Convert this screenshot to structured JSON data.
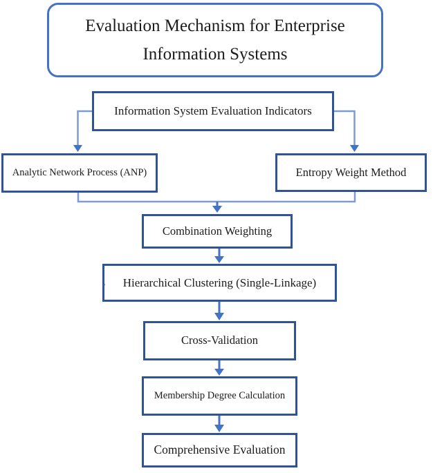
{
  "diagram": {
    "title": "Evaluation Mechanism for Enterprise Information Systems",
    "nodes": {
      "indicators": {
        "label": "Information System Evaluation Indicators"
      },
      "anp": {
        "label": "Analytic Network Process (ANP)"
      },
      "entropy": {
        "label": "Entropy Weight Method"
      },
      "combination": {
        "label": "Combination Weighting"
      },
      "hierarchical": {
        "label": "Hierarchical Clustering (Single-Linkage)",
        "stray_mark": ","
      },
      "cross_validation": {
        "label": "Cross-Validation"
      },
      "membership": {
        "label": "Membership Degree Calculation"
      },
      "comprehensive": {
        "label": "Comprehensive Evaluation"
      }
    },
    "colors": {
      "box_border": "#2F5496",
      "title_border": "#4472C4",
      "connector": "#7C9AD6",
      "arrow": "#4472C4",
      "text": "#1b1b1b",
      "background": "#ffffff"
    }
  }
}
